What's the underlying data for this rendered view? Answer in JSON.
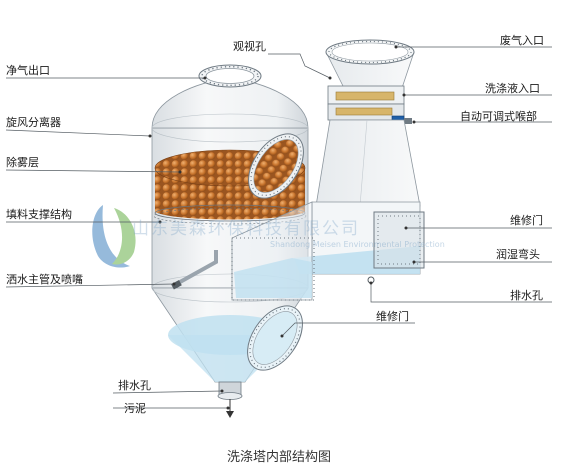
{
  "labels": {
    "clean_outlet": "净气出口",
    "cyclone": "旋风分离器",
    "demister": "除雾层",
    "packing_support": "填料支撑结构",
    "sprinkler": "洒水主管及喷嘴",
    "drain_bottom": "排水孔",
    "sludge": "污泥",
    "sight_hole": "观视孔",
    "exhaust_inlet": "废气入口",
    "wash_inlet": "洗涤液入口",
    "throat": "自动可调式喉部",
    "access_door_right": "维修门",
    "wet_elbow": "润湿弯头",
    "drain_right": "排水孔",
    "access_door_lower": "维修门"
  },
  "watermark": {
    "text": "山东美森环保科技有限公司",
    "subtext": "Shandong Meisen Environmental Protection"
  },
  "caption": "洗涤塔内部结构图",
  "colors": {
    "outline": "#9aa4ad",
    "water": "#bfe0f0",
    "packing": "#c8782f",
    "flange": "#e8ecef",
    "throat_blue": "#1f5fa8",
    "logo_green": "#5aa838",
    "logo_blue": "#2f77b8"
  }
}
